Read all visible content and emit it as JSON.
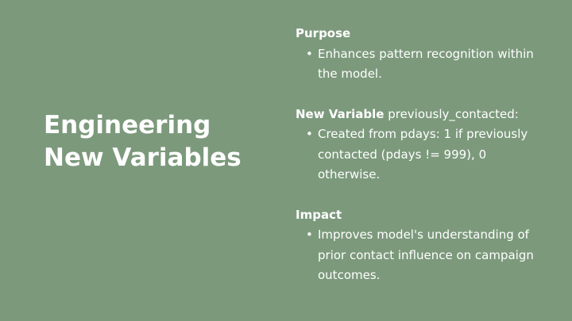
{
  "slide": {
    "title_line1": "Engineering",
    "title_line2": "New Variables",
    "sections": [
      {
        "heading_bold": "Purpose",
        "heading_rest": "",
        "bullet": "Enhances pattern recognition within the model."
      },
      {
        "heading_bold": "New Variable",
        "heading_rest": " previously_contacted:",
        "bullet": "Created from pdays: 1 if previously contacted (pdays != 999), 0 otherwise."
      },
      {
        "heading_bold": "Impact",
        "heading_rest": "",
        "bullet": "Improves model's understanding of prior contact influence on campaign outcomes."
      }
    ],
    "bullet_symbol": "•",
    "colors": {
      "background": "#7c997c",
      "text": "#ffffff"
    }
  }
}
